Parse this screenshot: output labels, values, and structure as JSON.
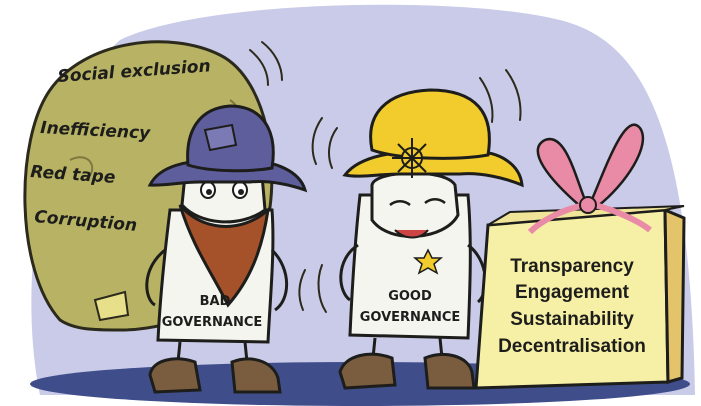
{
  "colors": {
    "backdrop": "#c9cbe8",
    "ground": "#3f4e8a",
    "sack": "#b8b364",
    "bad_hat": "#5f5e9c",
    "bandana": "#a5512a",
    "good_hat": "#f2cc2c",
    "gift_box": "#f6efa6",
    "ribbon": "#e98aa6",
    "boots": "#7a5c3e"
  },
  "sack": {
    "labels": [
      "Social exclusion",
      "Inefficiency",
      "Red tape",
      "Corruption"
    ]
  },
  "bad_character": {
    "shirt_lines": [
      "BAD",
      "GOVERNANCE"
    ]
  },
  "good_character": {
    "shirt_lines": [
      "GOOD",
      "GOVERNANCE"
    ]
  },
  "gift": {
    "labels": [
      "Transparency",
      "Engagement",
      "Sustainability",
      "Decentralisation"
    ]
  }
}
